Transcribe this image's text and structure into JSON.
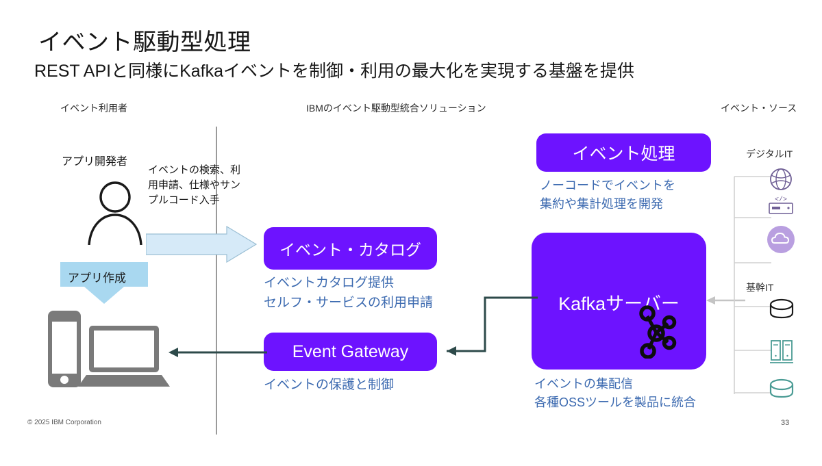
{
  "slide": {
    "title": "イベント駆動型処理",
    "subtitle": "REST APIと同様にKafkaイベントを制御・利用の最大化を実現する基盤を提供",
    "page_number": "33",
    "copyright": "© 2025 IBM Corporation"
  },
  "columns": {
    "consumer": "イベント利用者",
    "solution": "IBMのイベント駆動型統合ソリューション",
    "source": "イベント・ソース"
  },
  "left": {
    "developer_label": "アプリ開発者",
    "flow_caption_line1": "イベントの検索、利",
    "flow_caption_line2": "用申請、仕様やサン",
    "flow_caption_line3": "プルコード入手",
    "create_app_label": "アプリ作成"
  },
  "boxes": {
    "catalog": {
      "title": "イベント・カタログ",
      "caption_line1": "イベントカタログ提供",
      "caption_line2": "セルフ・サービスの利用申請"
    },
    "gateway": {
      "title": "Event Gateway",
      "caption_line1": "イベントの保護と制御"
    },
    "processing": {
      "title": "イベント処理",
      "caption_line1": "ノーコードでイベントを",
      "caption_line2": "集約や集計処理を開発"
    },
    "kafka": {
      "title": "Kafkaサーバー",
      "caption_line1": "イベントの集配信",
      "caption_line2": "各種OSSツールを製品に統合"
    }
  },
  "sources": {
    "digital_it": "デジタルIT",
    "core_it": "基幹IT",
    "icons": [
      {
        "name": "globe-icon",
        "group": "digital"
      },
      {
        "name": "api-code-icon",
        "group": "digital"
      },
      {
        "name": "cloud-icon",
        "group": "digital"
      },
      {
        "name": "database-icon",
        "group": "core"
      },
      {
        "name": "server-rack-icon",
        "group": "core"
      },
      {
        "name": "database-teal-icon",
        "group": "core"
      }
    ]
  },
  "colors": {
    "purple": "#6d13ff",
    "caption_blue": "#3c6ab0",
    "arrow_light_blue": "#cfe8f7",
    "connector_dark": "#2d4a4a",
    "divider_gray": "#9a9a9a",
    "device_gray": "#7a7a7a",
    "teal": "#4a9b94",
    "lavender": "#b99fe0"
  }
}
